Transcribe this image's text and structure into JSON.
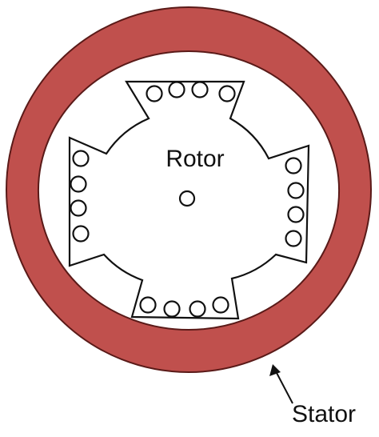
{
  "labels": {
    "rotor": "Rotor",
    "stator": "Stator"
  },
  "colors": {
    "stator_fill": "#C0504D",
    "stator_edge": "#5a1a18",
    "line": "#111111",
    "background": "#ffffff"
  },
  "rotor": {
    "pole_count": 4,
    "conductors_per_pole": 4,
    "shaft_hole": true
  }
}
